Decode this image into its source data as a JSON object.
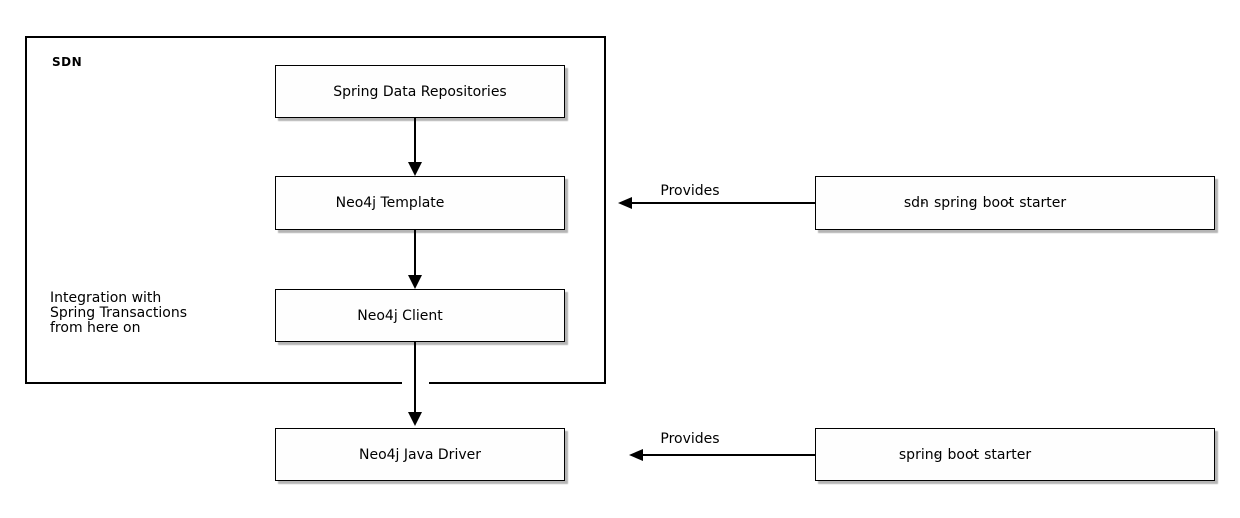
{
  "diagram": {
    "container": {
      "label": "SDN"
    },
    "nodes": [
      {
        "id": "spring-data-repositories",
        "label": "Spring Data Repositories"
      },
      {
        "id": "neo4j-template",
        "label": "Neo4j Template"
      },
      {
        "id": "neo4j-client",
        "label": "Neo4j Client"
      },
      {
        "id": "neo4j-java-driver",
        "label": "Neo4j Java Driver"
      },
      {
        "id": "sdn-spring-boot-starter",
        "label": "sdn-spring-boot-starter"
      },
      {
        "id": "spring-boot-starter",
        "label": "spring-boot-starter"
      }
    ],
    "note": {
      "lines": [
        "Integration with",
        "Spring Transactions",
        "from here on"
      ]
    },
    "edges": [
      {
        "from": "spring-data-repositories",
        "to": "neo4j-template",
        "label": "",
        "direction": "down"
      },
      {
        "from": "neo4j-template",
        "to": "neo4j-client",
        "label": "",
        "direction": "down"
      },
      {
        "from": "neo4j-client",
        "to": "neo4j-java-driver",
        "label": "",
        "direction": "down"
      },
      {
        "from": "sdn-spring-boot-starter",
        "to": "sdn",
        "label": "Provides",
        "direction": "left"
      },
      {
        "from": "spring-boot-starter",
        "to": "neo4j-java-driver",
        "label": "Provides",
        "direction": "left"
      }
    ],
    "colors": {
      "background": "#ffffff",
      "node_fill": "#fefefe",
      "border": "#000000",
      "shadow": "#b5b5b5",
      "text": "#000000"
    }
  }
}
